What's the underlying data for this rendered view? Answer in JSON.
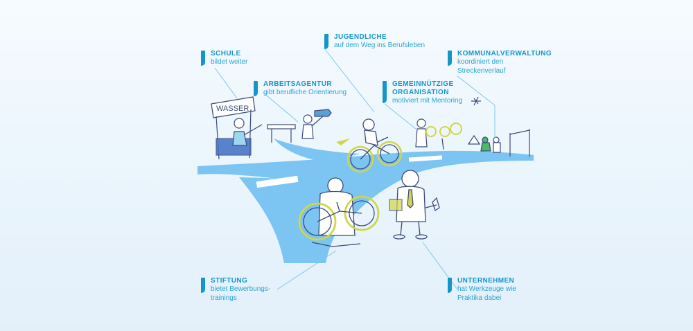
{
  "colors": {
    "accent": "#1596c8",
    "road": "#7cc4f2",
    "sketch": "#3b4a7a",
    "wheel": "#cfd64a"
  },
  "scene": {
    "stand_sign": "WASSER"
  },
  "labels": {
    "jugendliche": {
      "title": "JUGENDLICHE",
      "lines": [
        "auf dem Weg ins Berufsleben"
      ]
    },
    "schule": {
      "title": "SCHULE",
      "lines": [
        "bildet weiter"
      ]
    },
    "kommunal": {
      "title": "KOMMUNALVERWALTUNG",
      "lines": [
        "koordiniert den",
        "Streckenverlauf"
      ]
    },
    "arbeitsagentur": {
      "title": "ARBEITSAGENTUR",
      "lines": [
        "gibt berufliche Orientierung"
      ]
    },
    "gemeinnuetzig": {
      "title": "GEMEINNÜTZIGE",
      "title2": "ORGANISATION",
      "lines": [
        "motiviert mit Mentoring"
      ]
    },
    "stiftung": {
      "title": "STIFTUNG",
      "lines": [
        "bietet Bewerbungs-",
        "trainings"
      ]
    },
    "unternehmen": {
      "title": "UNTERNEHMEN",
      "lines": [
        "hat Werkzeuge wie",
        "Praktika dabei"
      ]
    }
  }
}
